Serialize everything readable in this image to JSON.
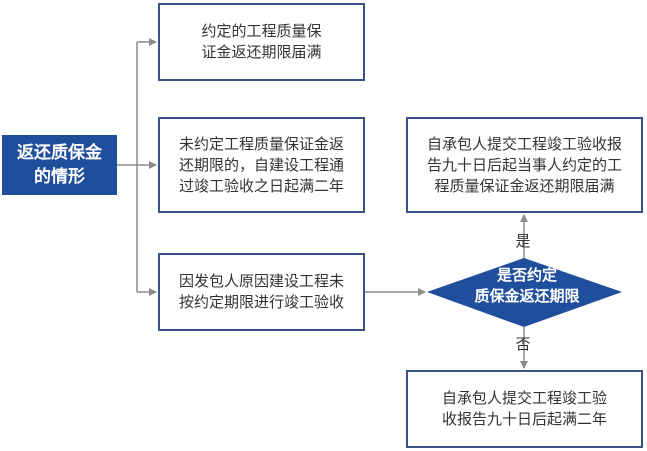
{
  "root": {
    "lines": [
      "返还质保金",
      "的情形"
    ]
  },
  "case1": {
    "lines": [
      "约定的工程质量保",
      "证金返还期限届满"
    ]
  },
  "case2": {
    "lines": [
      "未约定工程质量保证金返",
      "还期限的，自建设工程通",
      "过竣工验收之日起满二年"
    ]
  },
  "case3": {
    "lines": [
      "因发包人原因建设工程未",
      "按约定期限进行竣工验收"
    ]
  },
  "decision": {
    "lines": [
      "是否约定",
      "质保金返还期限"
    ]
  },
  "yes_label": "是",
  "no_label": "否",
  "yes_result": {
    "lines": [
      "自承包人提交工程竣工验收报",
      "告九十日后起当事人约定的工",
      "程质量保证金返还期限届满"
    ]
  },
  "no_result": {
    "lines": [
      "自承包人提交工程竣工验",
      "收报告九十日后起满二年"
    ]
  },
  "colors": {
    "primary": "#1f4e9c",
    "border": "#3a5187",
    "line": "#8c8c8c",
    "text": "#333333"
  }
}
